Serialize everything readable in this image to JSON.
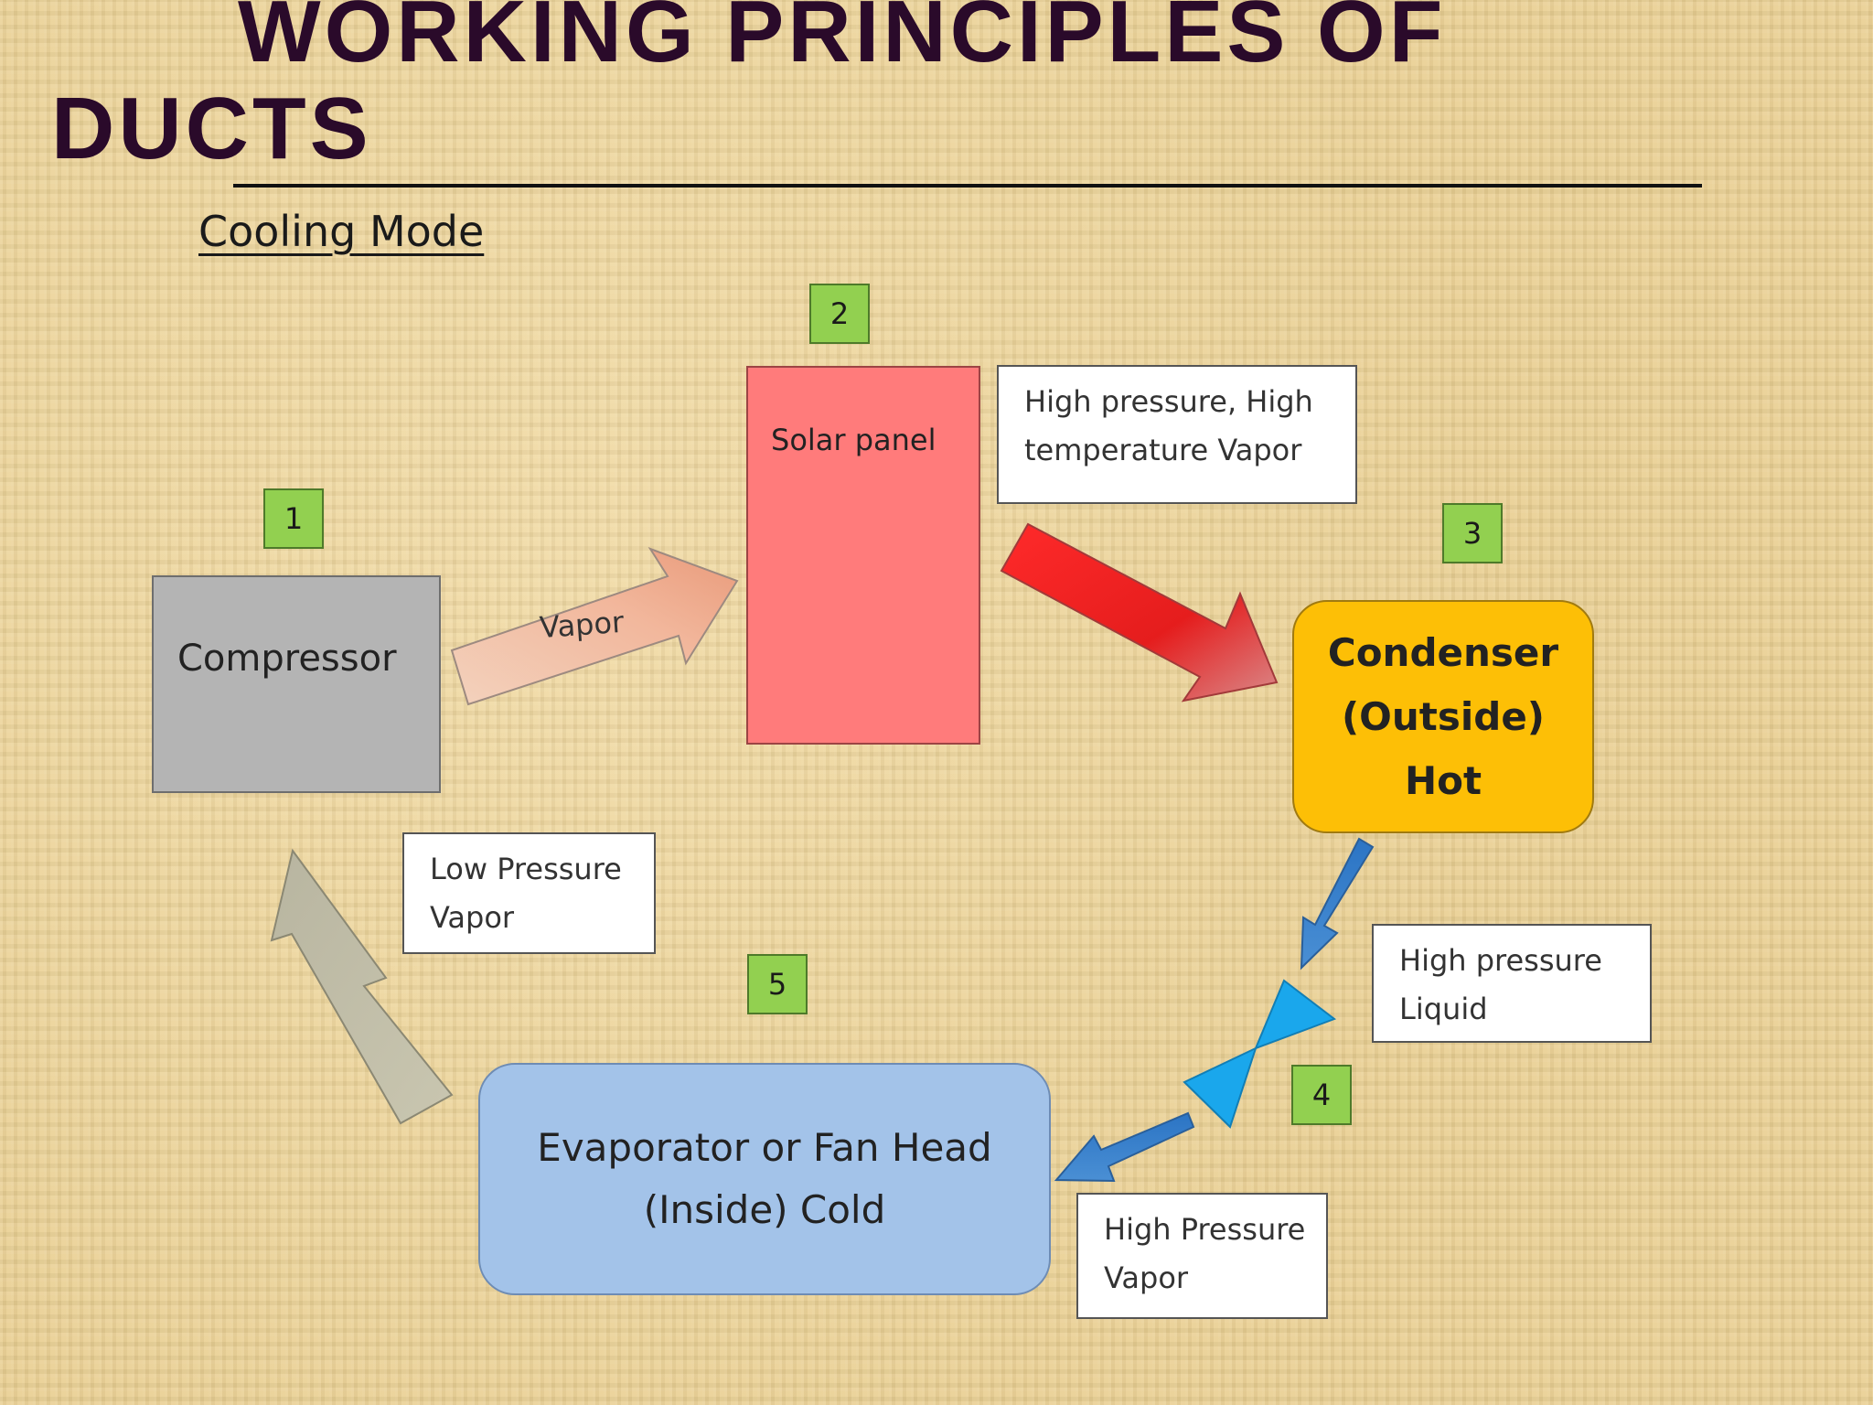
{
  "title": {
    "line1": "WORKING PRINCIPLES OF",
    "line2": "DUCTS"
  },
  "subtitle": "Cooling Mode",
  "steps": [
    "1",
    "2",
    "3",
    "4",
    "5"
  ],
  "components": {
    "compressor": "Compressor",
    "solar_panel": "Solar panel",
    "condenser": [
      "Condenser",
      "(Outside)",
      "Hot"
    ],
    "evaporator": [
      "Evaporator or Fan Head",
      "(Inside) Cold"
    ]
  },
  "labels": {
    "vapor": "Vapor",
    "high_pressure_high_temp": [
      "High pressure, High",
      "temperature Vapor"
    ],
    "low_pressure_vapor": [
      "Low Pressure",
      "Vapor"
    ],
    "high_pressure_liquid": [
      "High pressure",
      "Liquid"
    ],
    "high_pressure_vapor": [
      "High Pressure",
      "Vapor"
    ]
  },
  "colors": {
    "step_badge": "#92d050",
    "compressor": "#b4b4b4",
    "solar_panel": "#ff7b7b",
    "condenser": "#fdbf06",
    "evaporator": "#a3c3e9",
    "expansion_valve": "#1aa7ec"
  }
}
